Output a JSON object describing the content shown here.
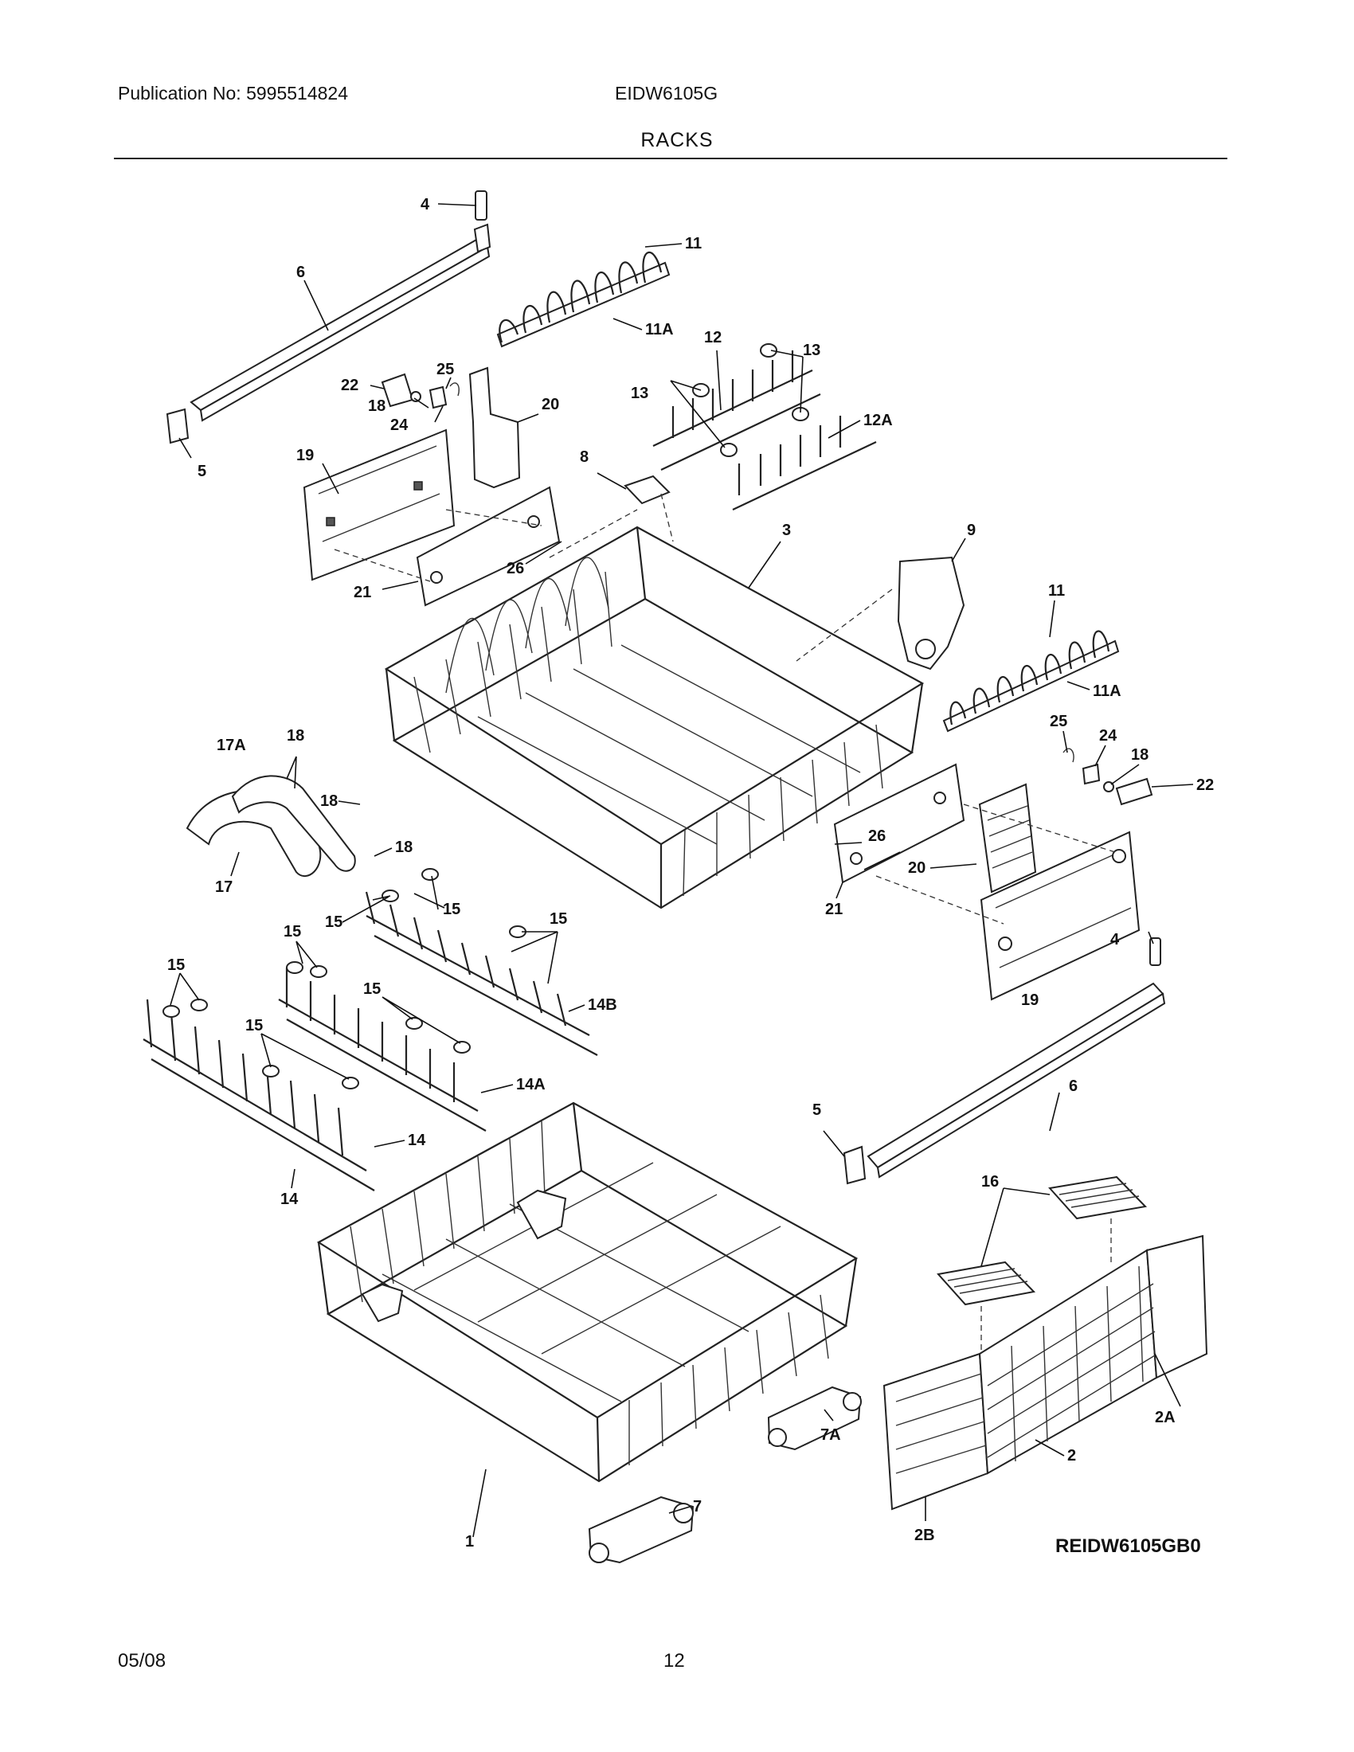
{
  "header": {
    "publication": "Publication No: 5995514824",
    "model": "EIDW6105G",
    "title": "RACKS"
  },
  "footer": {
    "date": "05/08",
    "page": "12"
  },
  "diagram_code": "REIDW6105GB0",
  "callouts": {
    "c4a": "4",
    "c6a": "6",
    "c11a": "11",
    "c11Aa": "11A",
    "c5a": "5",
    "c22a": "22",
    "c25a": "25",
    "c18a": "18",
    "c24a": "24",
    "c20a": "20",
    "c19a": "19",
    "c12": "12",
    "c13a": "13",
    "c13b": "13",
    "c12A": "12A",
    "c8": "8",
    "c3": "3",
    "c9": "9",
    "c21a": "21",
    "c26a": "26",
    "c11b": "11",
    "c11Ab": "11A",
    "c17A": "17A",
    "c18b": "18",
    "c18c": "18",
    "c18d": "18",
    "c17": "17",
    "c25b": "25",
    "c24b": "24",
    "c18e": "18",
    "c22b": "22",
    "c26b": "26",
    "c20b": "20",
    "c21b": "21",
    "c15a": "15",
    "c15b": "15",
    "c15c": "15",
    "c15d": "15",
    "c15e": "15",
    "c15f": "15",
    "c15g": "15",
    "c14B": "14B",
    "c14A": "14A",
    "c14a": "14",
    "c14b": "14",
    "c19b": "19",
    "c4b": "4",
    "c6b": "6",
    "c5b": "5",
    "c16": "16",
    "c2A": "2A",
    "c2": "2",
    "c2B": "2B",
    "c1": "1",
    "c7": "7",
    "c7A": "7A"
  }
}
